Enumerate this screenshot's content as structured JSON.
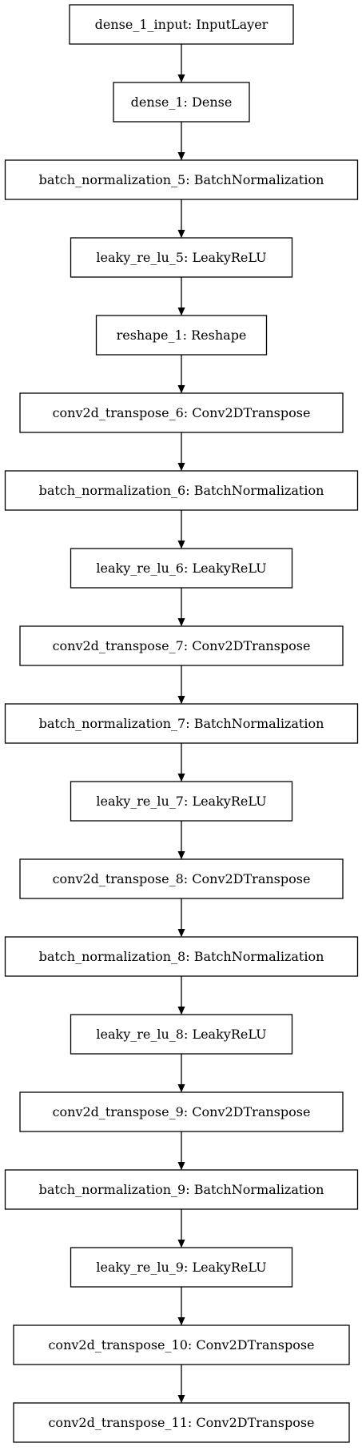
{
  "layers": [
    {
      "label": "dense_1_input: InputLayer"
    },
    {
      "label": "dense_1: Dense"
    },
    {
      "label": "batch_normalization_5: BatchNormalization"
    },
    {
      "label": "leaky_re_lu_5: LeakyReLU"
    },
    {
      "label": "reshape_1: Reshape"
    },
    {
      "label": "conv2d_transpose_6: Conv2DTranspose"
    },
    {
      "label": "batch_normalization_6: BatchNormalization"
    },
    {
      "label": "leaky_re_lu_6: LeakyReLU"
    },
    {
      "label": "conv2d_transpose_7: Conv2DTranspose"
    },
    {
      "label": "batch_normalization_7: BatchNormalization"
    },
    {
      "label": "leaky_re_lu_7: LeakyReLU"
    },
    {
      "label": "conv2d_transpose_8: Conv2DTranspose"
    },
    {
      "label": "batch_normalization_8: BatchNormalization"
    },
    {
      "label": "leaky_re_lu_8: LeakyReLU"
    },
    {
      "label": "conv2d_transpose_9: Conv2DTranspose"
    },
    {
      "label": "batch_normalization_9: BatchNormalization"
    },
    {
      "label": "leaky_re_lu_9: LeakyReLU"
    },
    {
      "label": "conv2d_transpose_10: Conv2DTranspose"
    },
    {
      "label": "conv2d_transpose_11: Conv2DTranspose"
    }
  ]
}
